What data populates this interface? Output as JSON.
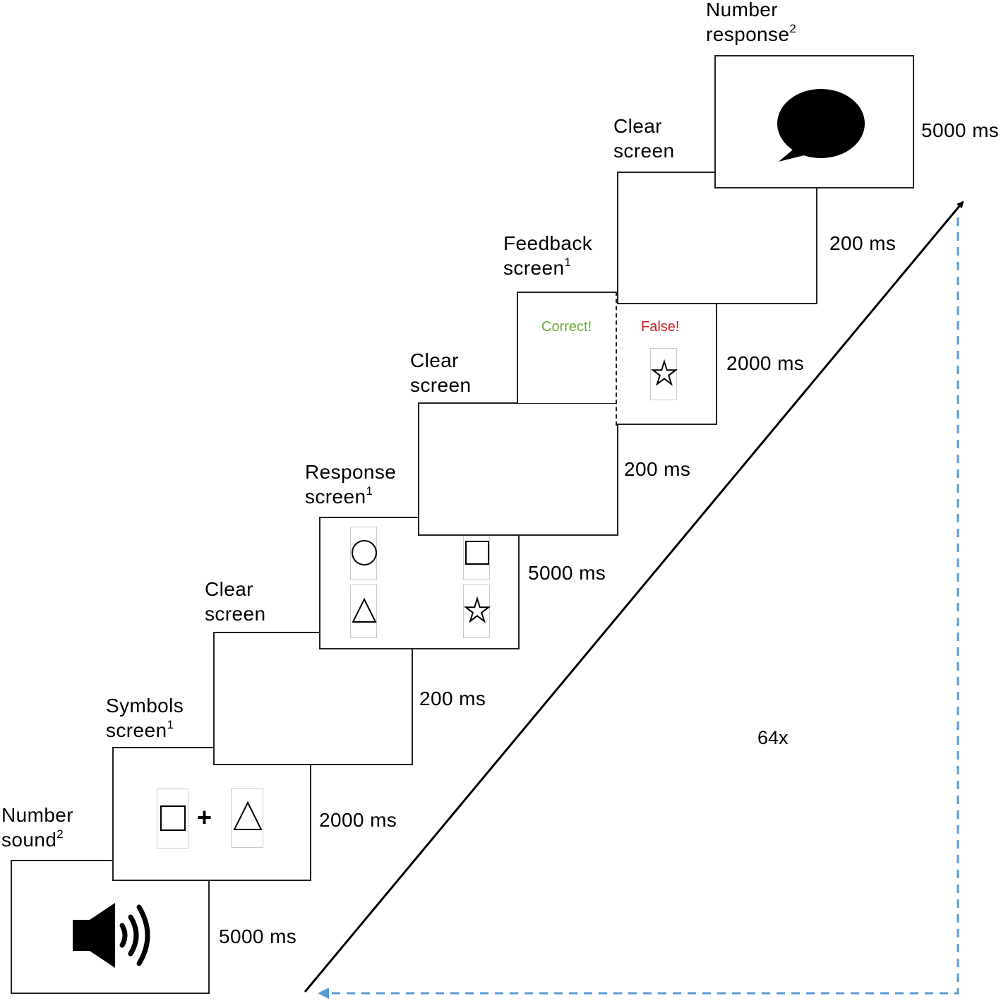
{
  "steps": [
    {
      "id": "number-sound",
      "label": "Number",
      "label2": "sound",
      "sup": "2",
      "duration": "5000 ms"
    },
    {
      "id": "symbols",
      "label": "Symbols",
      "label2": "screen",
      "sup": "1",
      "duration": "2000 ms"
    },
    {
      "id": "clear-1",
      "label": "Clear",
      "label2": "screen",
      "sup": "",
      "duration": "200 ms"
    },
    {
      "id": "response",
      "label": "Response",
      "label2": "screen",
      "sup": "1",
      "duration": "5000 ms"
    },
    {
      "id": "clear-2",
      "label": "Clear",
      "label2": "screen",
      "sup": "",
      "duration": "200 ms"
    },
    {
      "id": "feedback",
      "label": "Feedback",
      "label2": "screen",
      "sup": "1",
      "duration": "2000 ms"
    },
    {
      "id": "clear-3",
      "label": "Clear",
      "label2": "screen",
      "sup": "",
      "duration": "200 ms"
    },
    {
      "id": "number-response",
      "label": "Number",
      "label2": "response",
      "sup": "2",
      "duration": "5000 ms"
    }
  ],
  "symbols_screen": {
    "operator": "+"
  },
  "feedback_screen": {
    "correct_text": "Correct!",
    "false_text": "False!",
    "correct_color": "#6aaa3a",
    "false_color": "#cc1f1f"
  },
  "loop": {
    "count": "64x",
    "color": "#5b9bd5"
  },
  "icons": [
    "speaker-icon",
    "square-icon",
    "triangle-icon",
    "circle-icon",
    "star-icon",
    "speech-bubble-icon"
  ]
}
